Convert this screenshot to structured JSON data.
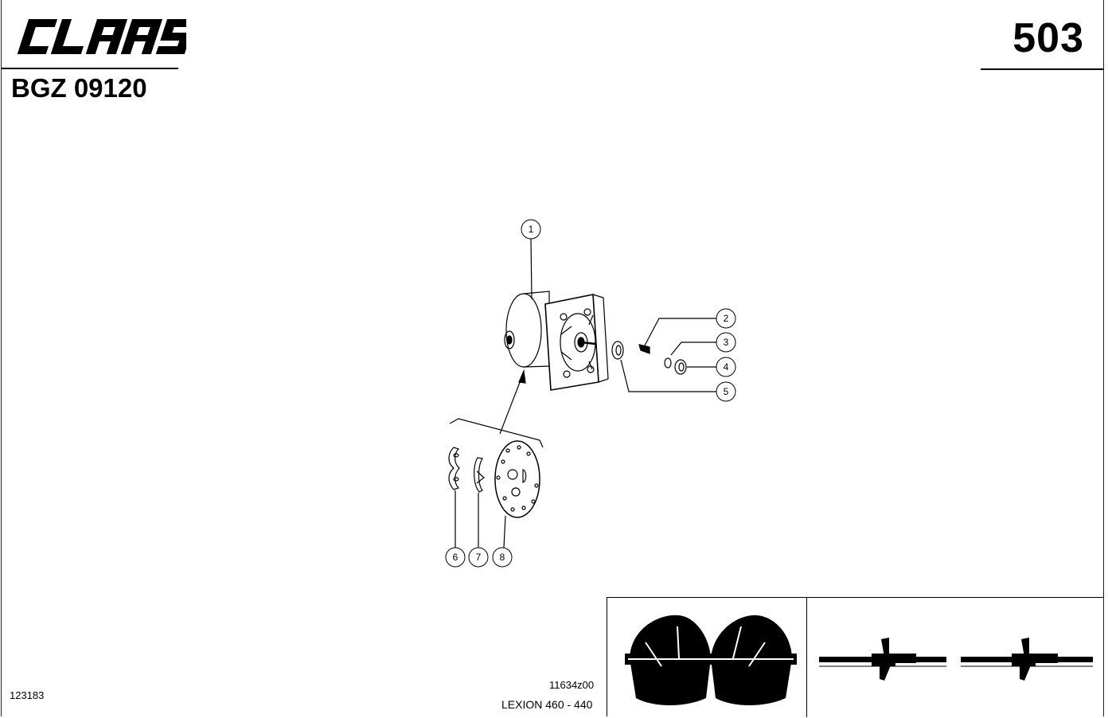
{
  "header": {
    "brand": "CLAAS",
    "page_number": "503",
    "part_code": "BGZ 09120"
  },
  "footer": {
    "document_id": "123183",
    "drawing_id": "11634z00",
    "model": "LEXION 460 - 440"
  },
  "diagram": {
    "callouts": [
      "1",
      "2",
      "3",
      "4",
      "5",
      "6",
      "7",
      "8"
    ]
  },
  "icons": {
    "logo": "claas-logo-icon",
    "pump": "hydraulic-pump-icon",
    "thumbnails": [
      "combine-header-front-thumbnail-icon",
      "combine-header-side-thumbnail-icon"
    ]
  }
}
